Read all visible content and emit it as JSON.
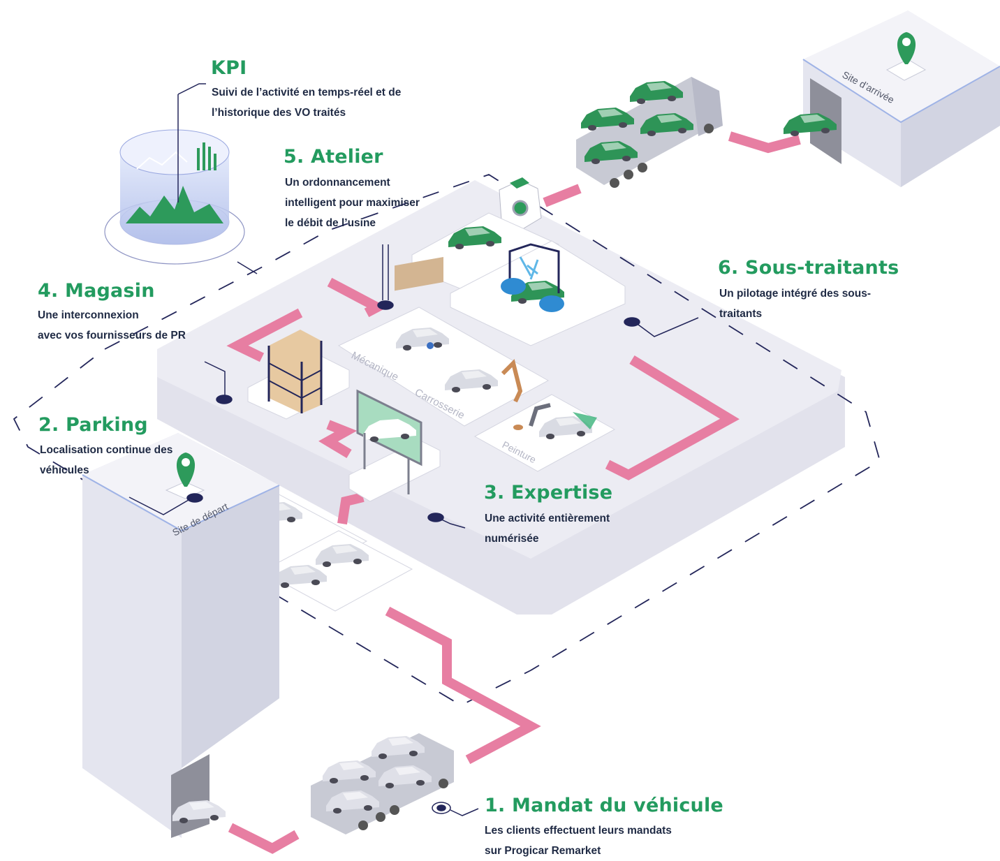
{
  "colors": {
    "accent_green": "#239b5f",
    "text_dark": "#1f2a44",
    "path_pink": "#e77ea2",
    "platform": "#e9e9f2",
    "marker_navy": "#23265a"
  },
  "sections": {
    "kpi": {
      "title": "KPI",
      "lines": [
        "Suivi de l’activité en temps-réel et de",
        "l’historique des VO traités"
      ]
    },
    "atelier": {
      "title": "5. Atelier",
      "lines": [
        "Un ordonnancement",
        "intelligent pour maximiser",
        "le débit de l’usine"
      ]
    },
    "sous_traitants": {
      "title": "6. Sous-traitants",
      "lines": [
        "Un pilotage intégré des sous-",
        "traitants"
      ]
    },
    "magasin": {
      "title": "4. Magasin",
      "lines": [
        "Une interconnexion",
        "avec vos fournisseurs de PR"
      ]
    },
    "parking": {
      "title": "2. Parking",
      "lines": [
        "Localisation continue des",
        "véhicules"
      ]
    },
    "expertise": {
      "title": "3. Expertise",
      "lines": [
        "Une activité entièrement",
        "numérisée"
      ]
    },
    "mandat": {
      "title": "1. Mandat du véhicule",
      "lines": [
        "Les clients effectuent leurs mandats",
        "sur Progicar Remarket"
      ]
    }
  },
  "zones": {
    "mecanique": "Mécanique",
    "carrosserie": "Carrosserie",
    "peinture": "Peinture"
  },
  "buildings": {
    "arrivee": "Site d’arrivée",
    "depart": "Site de départ"
  },
  "icons": [
    "map-pin-icon",
    "camera-icon",
    "car-wash-icon",
    "shelf-icon",
    "truck-icon",
    "dashboard-cylinder-icon"
  ]
}
